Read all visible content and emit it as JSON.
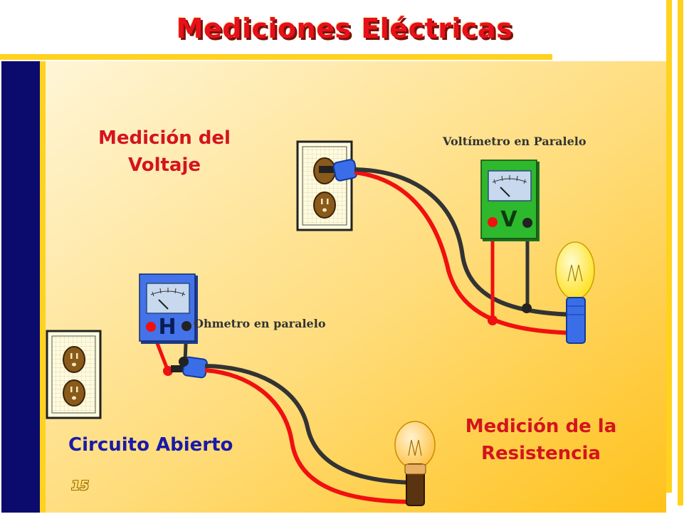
{
  "slide": {
    "title": "Mediciones Eléctricas",
    "page_number": "15",
    "colors": {
      "title": "#e8101a",
      "heading": "#d4141e",
      "open_circuit": "#1a1aa8",
      "left_bar": "#0b0b6e",
      "accent_bar": "#ffd21f",
      "background_from": "#fff6d8",
      "background_to": "#ffc21c",
      "lead_red": "#f01010",
      "lead_black": "#333333"
    }
  },
  "voltage_section": {
    "heading_line1": "Medición  del",
    "heading_line2": "Voltaje",
    "meter_label": "Voltímetro en Paralelo",
    "meter_letter": "V",
    "meter_color": "#2eb82e"
  },
  "resistance_section": {
    "heading_line1": "Medición  de la",
    "heading_line2": "Resistencia",
    "meter_label": "Ohmetro en paralelo",
    "meter_letter": "H",
    "meter_color": "#4472e8",
    "state_label": "Circuito Abierto"
  }
}
